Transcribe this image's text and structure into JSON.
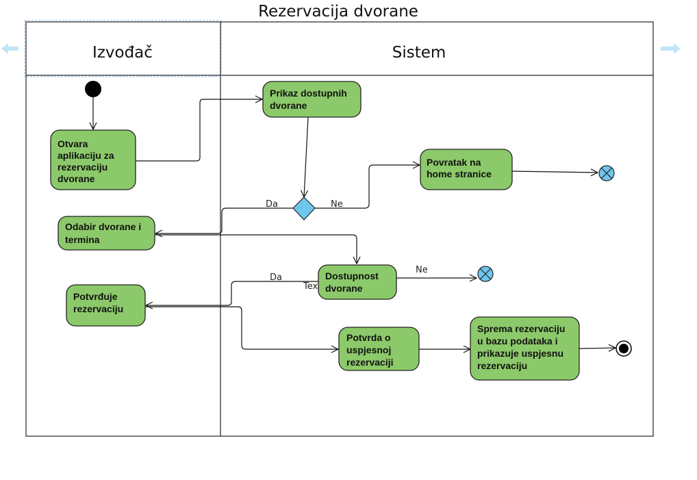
{
  "title": "Rezervacija dvorane",
  "lanes": {
    "left": "Izvođač",
    "right": "Sistem"
  },
  "activities": {
    "otvara": [
      "Otvara",
      "aplikaciju za",
      "rezervaciju",
      "dvorane"
    ],
    "prikaz": [
      "Prikaz dostupnih",
      "dvorane"
    ],
    "povratak": [
      "Povratak na",
      "home stranice"
    ],
    "odabir": [
      "Odabir dvorane i",
      "termina"
    ],
    "dostupnost": [
      "Dostupnost",
      "dvorane"
    ],
    "potvrduje": [
      "Potvrđuje",
      "rezervaciju"
    ],
    "potvrda": [
      "Potvrda o",
      "uspjesnoj",
      "rezervaciji"
    ],
    "sprema": [
      "Sprema rezervaciju",
      "u bazu podataka i",
      "prikazuje uspjesnu",
      "rezervaciju"
    ]
  },
  "edge_labels": {
    "decision_yes": "Da",
    "decision_no": "Ne",
    "availability_yes": "Da",
    "availability_no": "Ne",
    "stray_text": "Tex"
  },
  "colors": {
    "activity_fill": "#8cc96a",
    "decision_fill": "#6ec6ee",
    "end_fill": "#6ec6ee",
    "nav_arrow": "#bfe6f7"
  },
  "icons": {
    "nav_left": "arrow-left-icon",
    "nav_right": "arrow-right-icon"
  }
}
